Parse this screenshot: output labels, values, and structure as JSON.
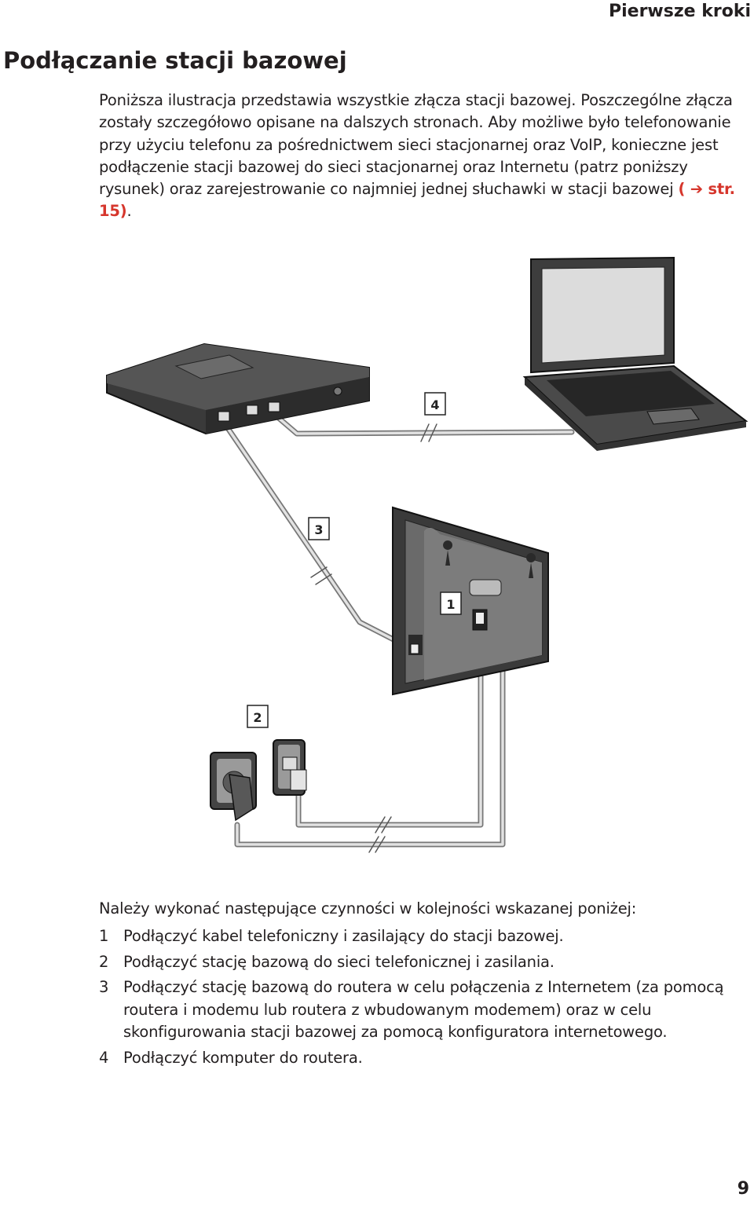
{
  "header": {
    "section": "Pierwsze kroki"
  },
  "title": "Podłączanie stacji bazowej",
  "intro": {
    "text": "Poniższa ilustracja przedstawia wszystkie złącza stacji bazowej. Poszczególne złącza zostały szczegółowo opisane na dalszych stronach. Aby możliwe było telefonowanie przy użyciu telefonu za pośrednictwem sieci stacjonarnej oraz VoIP, konieczne jest podłączenie stacji bazowej do sieci stacjonarnej oraz Internetu (patrz poniższy rysunek) oraz zarejestrowanie co najmniej jednej słuchawki w stacji bazowej",
    "ref_open": "(",
    "ref_arrow": "➔",
    "ref_text": "str. 15)",
    "end": "."
  },
  "diagram": {
    "labels": {
      "l1": "1",
      "l2": "2",
      "l3": "3",
      "l4": "4"
    }
  },
  "steps_intro": "Należy wykonać następujące czynności w kolejności wskazanej poniżej:",
  "steps": [
    {
      "num": "1",
      "text": "Podłączyć kabel telefoniczny i zasilający do stacji bazowej."
    },
    {
      "num": "2",
      "text": "Podłączyć stację bazową do sieci telefonicznej i zasilania."
    },
    {
      "num": "3",
      "text": "Podłączyć stację bazową do routera w celu połączenia z Internetem (za pomocą routera i modemu lub routera z wbudowanym modemem) oraz w celu skonfigurowania stacji bazowej za pomocą konfiguratora internetowego."
    },
    {
      "num": "4",
      "text": "Podłączyć komputer do routera."
    }
  ],
  "page_number": "9",
  "colors": {
    "reference": "#d6362c",
    "text": "#231f20"
  }
}
